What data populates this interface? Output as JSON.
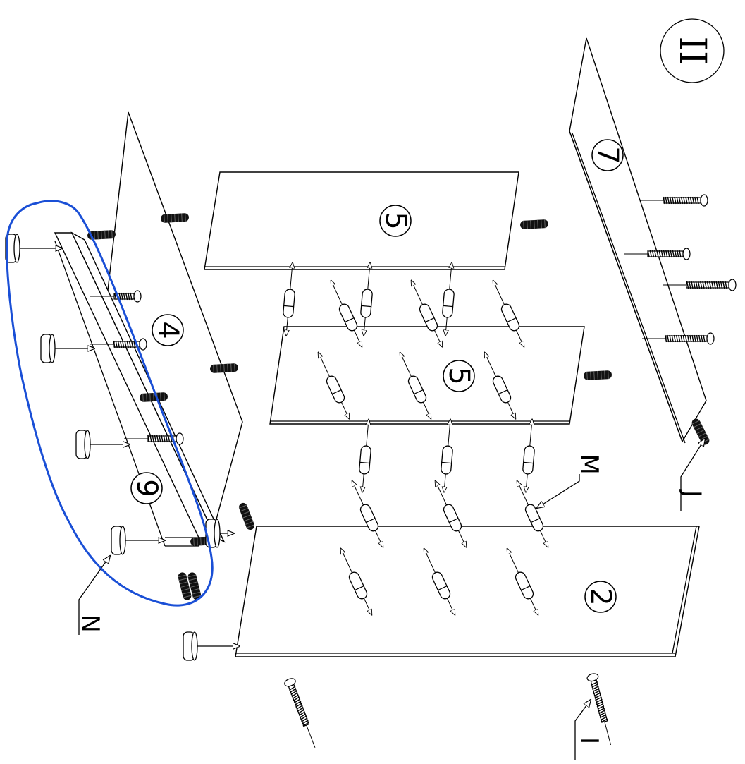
{
  "step": {
    "roman": "II"
  },
  "panels": [
    {
      "id": "side-panel",
      "number": "2"
    },
    {
      "id": "shelf-upper",
      "number": "5"
    },
    {
      "id": "shelf-lower",
      "number": "5"
    },
    {
      "id": "top-panel",
      "number": "4"
    },
    {
      "id": "back-panel",
      "number": "7"
    },
    {
      "id": "plinth-rail",
      "number": "9"
    }
  ],
  "callouts": [
    {
      "id": "callout-i",
      "letter": "I"
    },
    {
      "id": "callout-m",
      "letter": "M"
    },
    {
      "id": "callout-j",
      "letter": "J"
    },
    {
      "id": "callout-n",
      "letter": "N"
    }
  ],
  "colors": {
    "line": "#000000",
    "highlight": "#1a4fd6",
    "fastener": "#111111",
    "background": "#ffffff"
  }
}
